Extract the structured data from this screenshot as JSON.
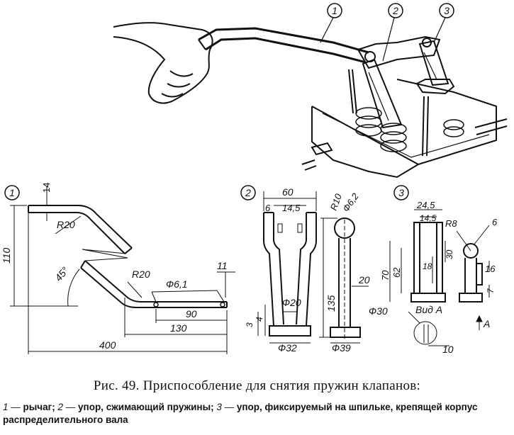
{
  "figure": {
    "callouts": [
      "1",
      "2",
      "3"
    ],
    "part1": {
      "number": "1",
      "dims": [
        "14",
        "R20",
        "110",
        "45°",
        "R20",
        "Ф6,1",
        "11",
        "90",
        "130",
        "400"
      ]
    },
    "part2": {
      "number": "2",
      "dims": [
        "60",
        "6",
        "14,5",
        "R10",
        "Ф6,2",
        "20",
        "135",
        "Ф20",
        "3",
        "4",
        "Ф32",
        "Ф39"
      ]
    },
    "part3": {
      "number": "3",
      "dims": [
        "24,5",
        "14,5",
        "R8",
        "6",
        "30",
        "70",
        "62",
        "18",
        "16",
        "7",
        "Ф30",
        "Вид А",
        "10",
        "А"
      ]
    }
  },
  "caption": {
    "title": "Рис. 49. Приспособление для снятия пружин клапанов:",
    "n1": "1 —",
    "t1": " рычаг; ",
    "n2": "2 —",
    "t2": " упор, сжимающий пружины; ",
    "n3": "3 —",
    "t3": " упор, фиксируемый на шпильке, крепящей корпус распределительного вала"
  }
}
